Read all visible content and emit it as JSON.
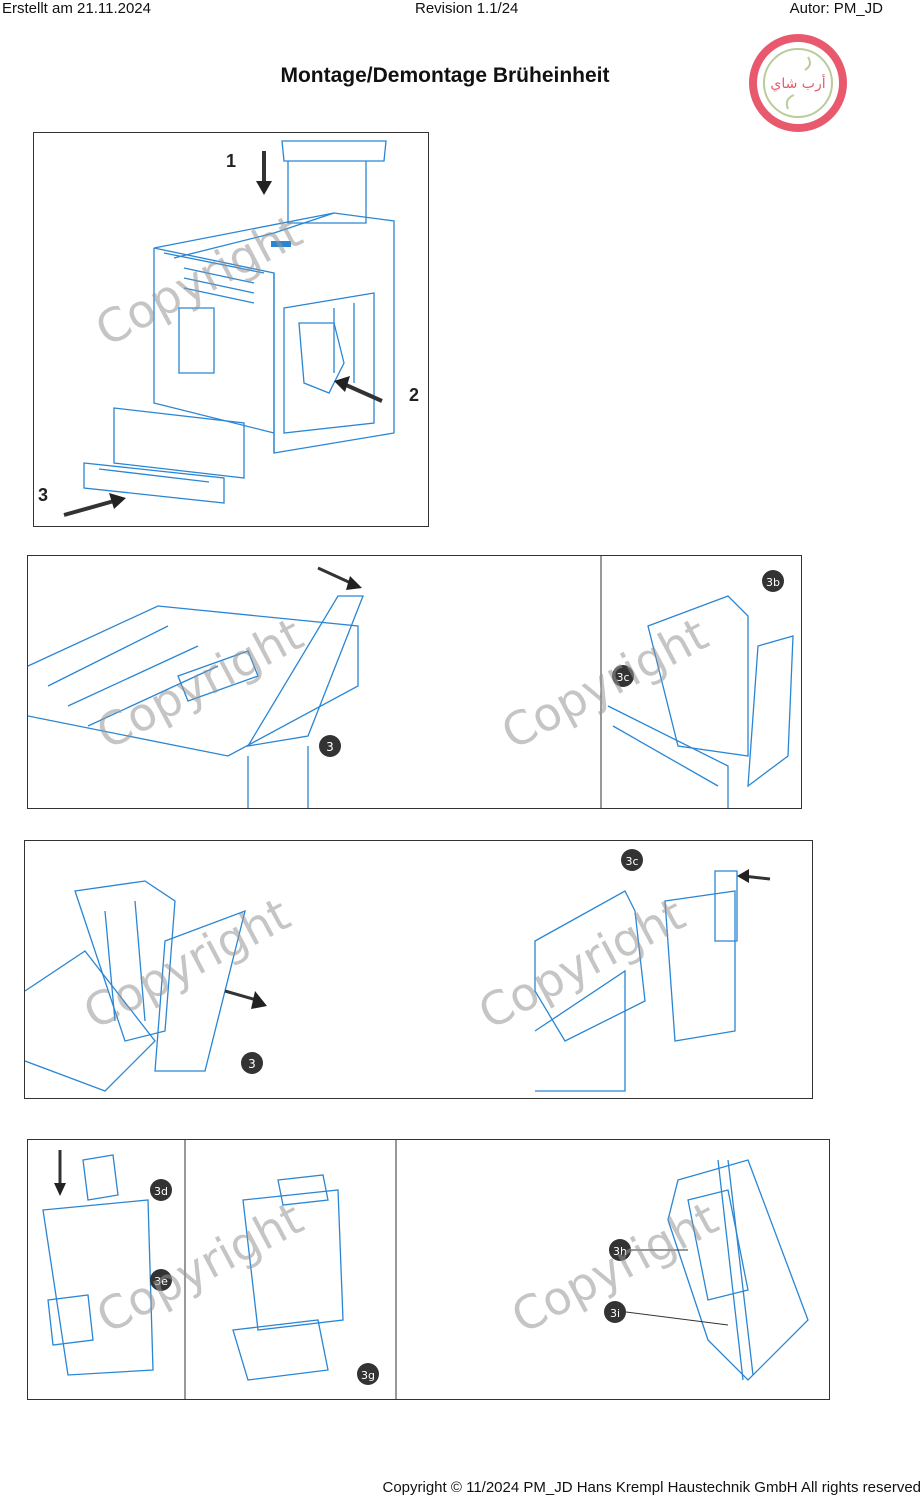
{
  "header": {
    "created": "Erstellt am 21.11.2024",
    "revision": "Revision 1.1/24",
    "author": "Autor: PM_JD"
  },
  "title": "Montage/Demontage Brüheinheit",
  "logo": {
    "text": "أرب شاي",
    "ring_color": "#e8596e",
    "inner_ring_color": "#b9cc9a"
  },
  "watermark": "Copyright",
  "panels": {
    "overview": {
      "step_labels": [
        "1",
        "2",
        "3"
      ]
    },
    "row2": {
      "callouts": [
        "3",
        "3b",
        "3c"
      ]
    },
    "row3": {
      "callouts": [
        "3",
        "3c"
      ]
    },
    "row4": {
      "callouts": [
        "3d",
        "3e",
        "3g",
        "3h",
        "3i"
      ]
    }
  },
  "footer": "Copyright © 11/2024 PM_JD Hans Krempl Haustechnik GmbH All rights reserved",
  "colors": {
    "line_art": "#2a86d4",
    "callout_fill": "#333333"
  }
}
